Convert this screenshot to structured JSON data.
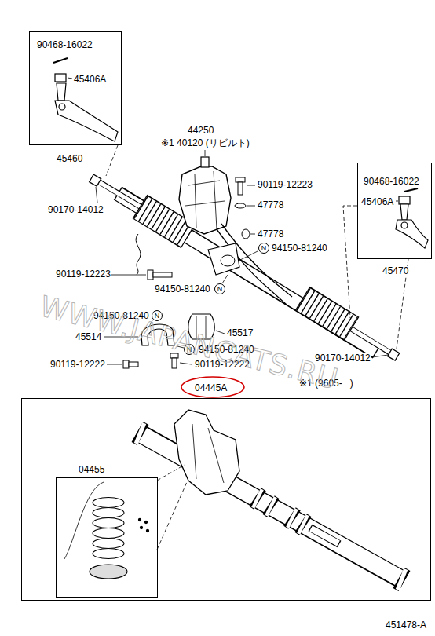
{
  "diagram": {
    "nodes": [
      {
        "text": [
          "90468-16022",
          "45406A",
          "45460"
        ]
      },
      {
        "text": [
          "90468-16022",
          "45406A",
          "45470"
        ]
      },
      {
        "text": [
          "N"
        ]
      },
      {
        "text": [
          "N"
        ]
      },
      {
        "text": [
          "N"
        ]
      },
      {
        "text": [
          "N"
        ]
      },
      {
        "text": [
          "04445A"
        ]
      },
      {
        "text": [
          "04455"
        ],
        "in": 6
      }
    ],
    "labels": [
      "44250",
      "※1 40120 (リビルト)",
      "90119-12223",
      "47778",
      "47778",
      "94150-81240",
      "90119-12223",
      "94150-81240",
      "90170-14012",
      "94150-81240",
      "45514",
      "45517",
      "94150-81240",
      "90119-12222",
      "90119-12222",
      "90170-14012",
      "※1 (9605-   )",
      "WWW.JAPANCATS.RU",
      "451478-A"
    ]
  }
}
